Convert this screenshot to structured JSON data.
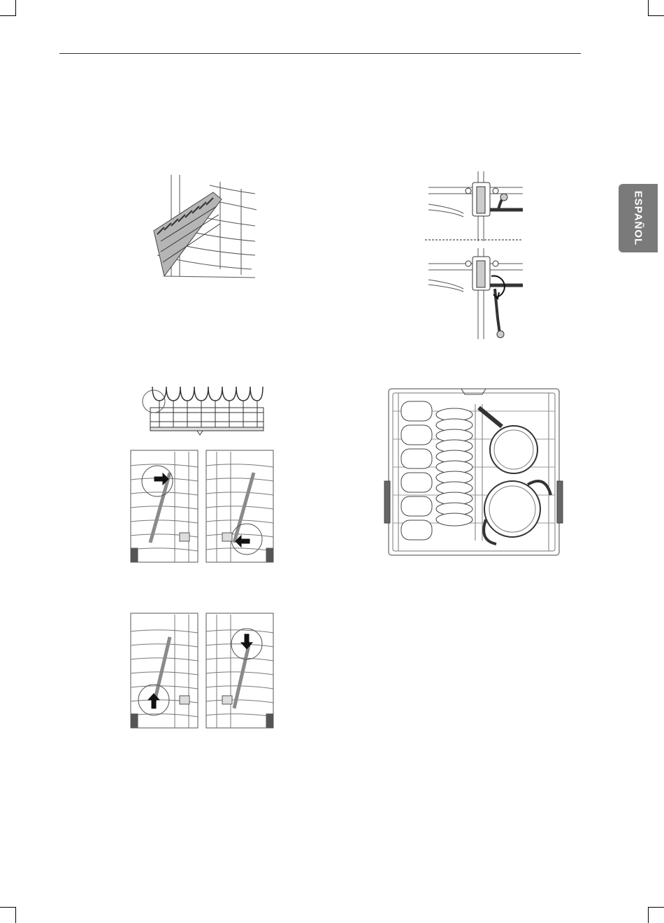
{
  "sidebar_tab": {
    "label": "ESPAÑOL",
    "color": "#7a7a7a"
  },
  "figures": [
    {
      "id": "fold-down-tines",
      "icon": "fold-down-tine-rack-illustration"
    },
    {
      "id": "clip-adjust",
      "icon": "rack-clip-adjust-illustration"
    },
    {
      "id": "tine-row-detail",
      "icon": "tine-row-detail-illustration"
    },
    {
      "id": "rack-arrows-inward",
      "icon": "rack-arrows-inward-illustration"
    },
    {
      "id": "rack-arrows-vertical",
      "icon": "rack-arrows-vertical-illustration"
    },
    {
      "id": "loaded-lower-rack",
      "icon": "loaded-lower-rack-illustration"
    }
  ],
  "colors": {
    "line": "#555555",
    "rod": "#8a8a8a",
    "handle": "#555555"
  }
}
